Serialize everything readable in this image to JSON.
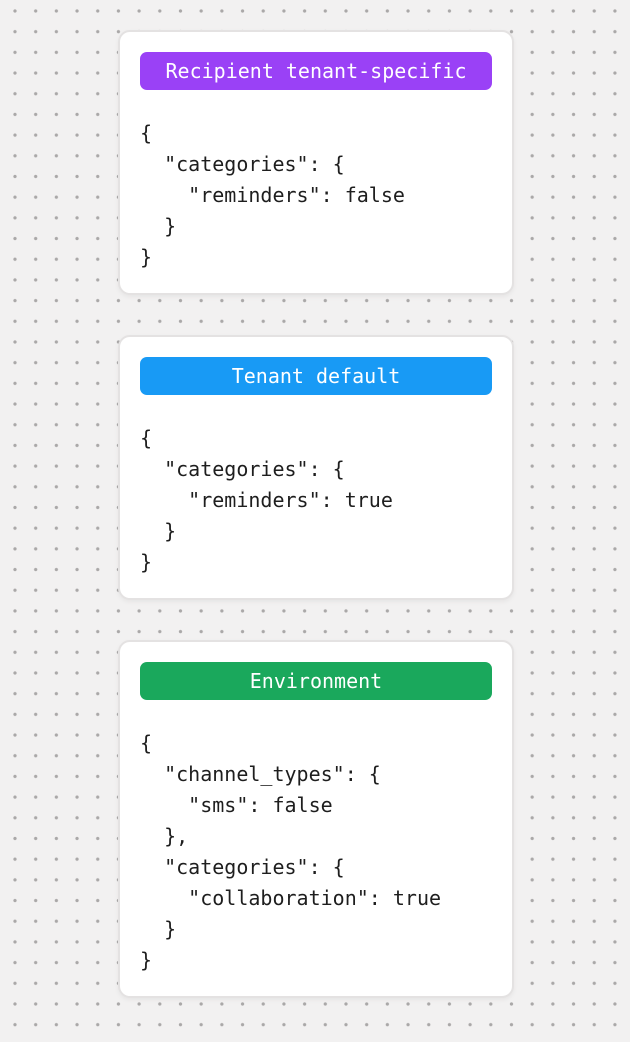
{
  "canvas": {
    "background_color": "#f2f1f1",
    "dot_color": "#aaa8a8"
  },
  "cards": [
    {
      "badge": {
        "label": "Recipient tenant-specific",
        "color": "#9a41f6"
      },
      "code": "{\n  \"categories\": {\n    \"reminders\": false\n  }\n}"
    },
    {
      "badge": {
        "label": "Tenant default",
        "color": "#189af5"
      },
      "code": "{\n  \"categories\": {\n    \"reminders\": true\n  }\n}"
    },
    {
      "badge": {
        "label": "Environment",
        "color": "#1aa85c"
      },
      "code": "{\n  \"channel_types\": {\n    \"sms\": false\n  },\n  \"categories\": {\n    \"collaboration\": true\n  }\n}"
    }
  ]
}
